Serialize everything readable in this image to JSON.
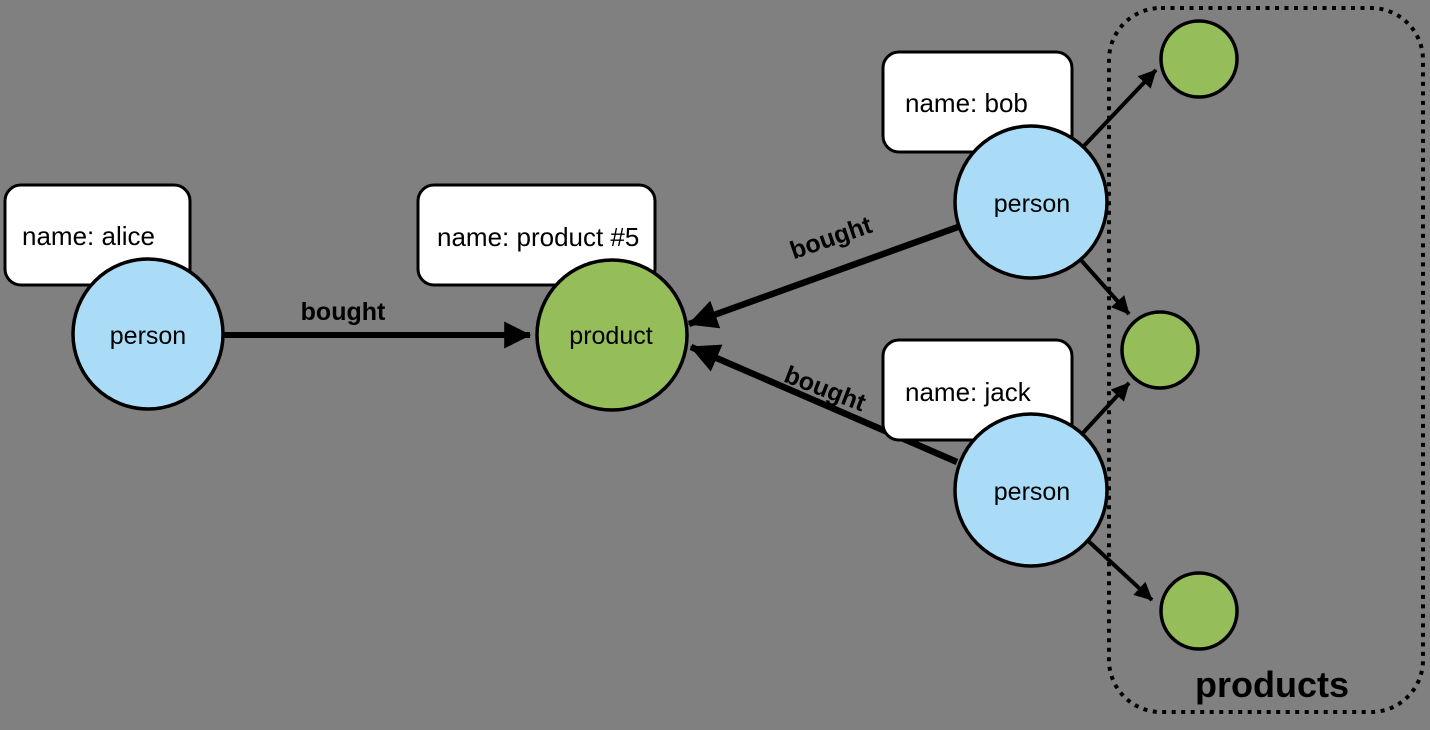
{
  "diagram": {
    "background_color": "#808080",
    "colors": {
      "person_fill": "#AADCF7",
      "product_fill": "#95BD59",
      "box_fill": "#FFFFFF",
      "line_color": "#000000"
    },
    "nodes": {
      "alice": {
        "label": "person",
        "property": "name: alice"
      },
      "bob": {
        "label": "person",
        "property": "name: bob"
      },
      "jack": {
        "label": "person",
        "property": "name: jack"
      },
      "product5": {
        "label": "product",
        "property": "name: product #5"
      }
    },
    "edge_labels": {
      "alice_bought": "bought",
      "bob_bought": "bought",
      "jack_bought": "bought"
    },
    "group": {
      "label": "products"
    }
  }
}
